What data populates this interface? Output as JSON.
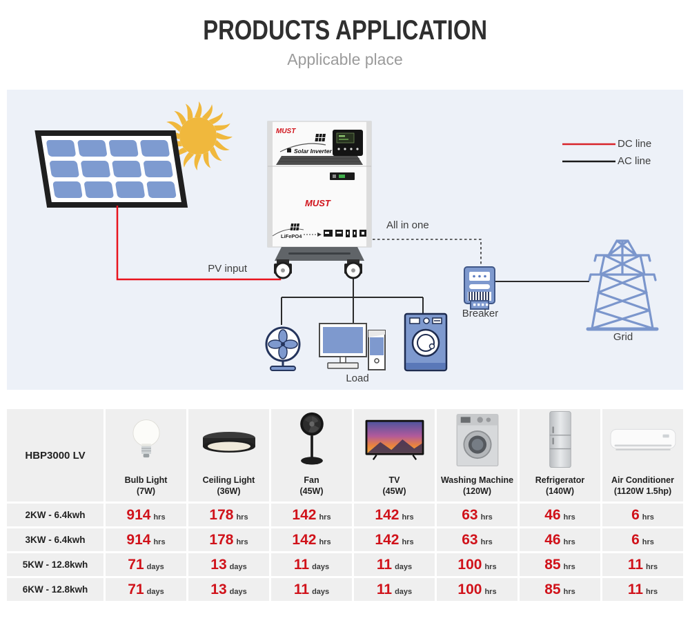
{
  "header": {
    "title": "PRODUCTS APPLICATION",
    "subtitle": "Applicable place"
  },
  "diagram": {
    "bg_color": "#edf1f8",
    "legend": {
      "dc_label": "DC line",
      "ac_label": "AC line",
      "dc_color": "#d8232a",
      "ac_color": "#1a1a1a"
    },
    "labels": {
      "pv_input": "PV input",
      "all_in_one": "All in one",
      "breaker": "Breaker",
      "grid": "Grid",
      "load": "Load"
    },
    "inverter": {
      "brand": "MUST",
      "product_line": "Solar Inverter",
      "battery": "LiFePO4"
    }
  },
  "table": {
    "model": "HBP3000 LV",
    "accent_color": "#d0121a",
    "columns": [
      {
        "name": "Bulb Light",
        "power": "(7W)",
        "icon": "bulb-light-icon"
      },
      {
        "name": "Ceiling Light",
        "power": "(36W)",
        "icon": "ceiling-light-icon"
      },
      {
        "name": "Fan",
        "power": "(45W)",
        "icon": "pedestal-fan-icon"
      },
      {
        "name": "TV",
        "power": "(45W)",
        "icon": "tv-icon"
      },
      {
        "name": "Washing Machine",
        "power": "(120W)",
        "icon": "washing-machine-icon"
      },
      {
        "name": "Refrigerator",
        "power": "(140W)",
        "icon": "refrigerator-icon"
      },
      {
        "name": "Air Conditioner",
        "power": "(1120W 1.5hp)",
        "icon": "air-conditioner-icon"
      }
    ],
    "rows": [
      {
        "label": "2KW - 6.4kwh",
        "values": [
          {
            "num": "914",
            "unit": "hrs"
          },
          {
            "num": "178",
            "unit": "hrs"
          },
          {
            "num": "142",
            "unit": "hrs"
          },
          {
            "num": "142",
            "unit": "hrs"
          },
          {
            "num": "63",
            "unit": "hrs"
          },
          {
            "num": "46",
            "unit": "hrs"
          },
          {
            "num": "6",
            "unit": "hrs"
          }
        ]
      },
      {
        "label": "3KW - 6.4kwh",
        "values": [
          {
            "num": "914",
            "unit": "hrs"
          },
          {
            "num": "178",
            "unit": "hrs"
          },
          {
            "num": "142",
            "unit": "hrs"
          },
          {
            "num": "142",
            "unit": "hrs"
          },
          {
            "num": "63",
            "unit": "hrs"
          },
          {
            "num": "46",
            "unit": "hrs"
          },
          {
            "num": "6",
            "unit": "hrs"
          }
        ]
      },
      {
        "label": "5KW - 12.8kwh",
        "values": [
          {
            "num": "71",
            "unit": "days"
          },
          {
            "num": "13",
            "unit": "days"
          },
          {
            "num": "11",
            "unit": "days"
          },
          {
            "num": "11",
            "unit": "days"
          },
          {
            "num": "100",
            "unit": "hrs"
          },
          {
            "num": "85",
            "unit": "hrs"
          },
          {
            "num": "11",
            "unit": "hrs"
          }
        ]
      },
      {
        "label": "6KW - 12.8kwh",
        "values": [
          {
            "num": "71",
            "unit": "days"
          },
          {
            "num": "13",
            "unit": "days"
          },
          {
            "num": "11",
            "unit": "days"
          },
          {
            "num": "11",
            "unit": "days"
          },
          {
            "num": "100",
            "unit": "hrs"
          },
          {
            "num": "85",
            "unit": "hrs"
          },
          {
            "num": "11",
            "unit": "hrs"
          }
        ]
      }
    ]
  }
}
